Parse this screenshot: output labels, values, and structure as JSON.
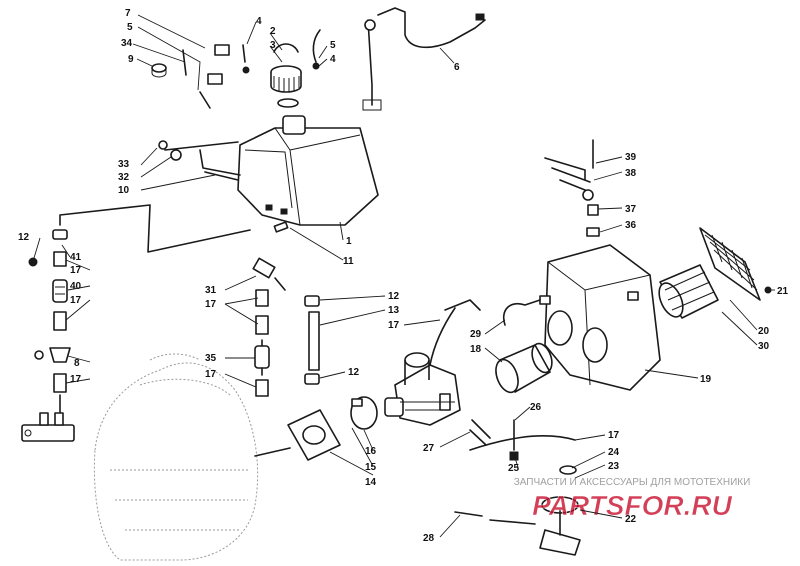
{
  "callouts": [
    {
      "id": "c1",
      "label": "1"
    },
    {
      "id": "c2",
      "label": "2"
    },
    {
      "id": "c3",
      "label": "3"
    },
    {
      "id": "c4a",
      "label": "4"
    },
    {
      "id": "c4b",
      "label": "4"
    },
    {
      "id": "c5a",
      "label": "5"
    },
    {
      "id": "c5b",
      "label": "5"
    },
    {
      "id": "c6",
      "label": "6"
    },
    {
      "id": "c7",
      "label": "7"
    },
    {
      "id": "c8",
      "label": "8"
    },
    {
      "id": "c9",
      "label": "9"
    },
    {
      "id": "c10",
      "label": "10"
    },
    {
      "id": "c11",
      "label": "11"
    },
    {
      "id": "c12a",
      "label": "12"
    },
    {
      "id": "c12b",
      "label": "12"
    },
    {
      "id": "c12c",
      "label": "12"
    },
    {
      "id": "c13",
      "label": "13"
    },
    {
      "id": "c14",
      "label": "14"
    },
    {
      "id": "c15",
      "label": "15"
    },
    {
      "id": "c16",
      "label": "16"
    },
    {
      "id": "c17a",
      "label": "17"
    },
    {
      "id": "c17b",
      "label": "17"
    },
    {
      "id": "c17c",
      "label": "17"
    },
    {
      "id": "c17d",
      "label": "17"
    },
    {
      "id": "c17e",
      "label": "17"
    },
    {
      "id": "c17f",
      "label": "17"
    },
    {
      "id": "c17g",
      "label": "17"
    },
    {
      "id": "c18",
      "label": "18"
    },
    {
      "id": "c19",
      "label": "19"
    },
    {
      "id": "c20",
      "label": "20"
    },
    {
      "id": "c21",
      "label": "21"
    },
    {
      "id": "c22",
      "label": "22"
    },
    {
      "id": "c23",
      "label": "23"
    },
    {
      "id": "c24",
      "label": "24"
    },
    {
      "id": "c25",
      "label": "25"
    },
    {
      "id": "c26",
      "label": "26"
    },
    {
      "id": "c27",
      "label": "27"
    },
    {
      "id": "c28",
      "label": "28"
    },
    {
      "id": "c29",
      "label": "29"
    },
    {
      "id": "c30",
      "label": "30"
    },
    {
      "id": "c31",
      "label": "31"
    },
    {
      "id": "c32",
      "label": "32"
    },
    {
      "id": "c33",
      "label": "33"
    },
    {
      "id": "c34",
      "label": "34"
    },
    {
      "id": "c35",
      "label": "35"
    },
    {
      "id": "c36",
      "label": "36"
    },
    {
      "id": "c37",
      "label": "37"
    },
    {
      "id": "c38",
      "label": "38"
    },
    {
      "id": "c39",
      "label": "39"
    },
    {
      "id": "c40",
      "label": "40"
    },
    {
      "id": "c41",
      "label": "41"
    }
  ],
  "watermark": {
    "tagline": "ЗАПЧАСТИ И АКСЕССУАРЫ ДЛЯ МОТОТЕХНИКИ",
    "logo_text": "PARTSFOR.RU",
    "color": "#c8102e"
  }
}
